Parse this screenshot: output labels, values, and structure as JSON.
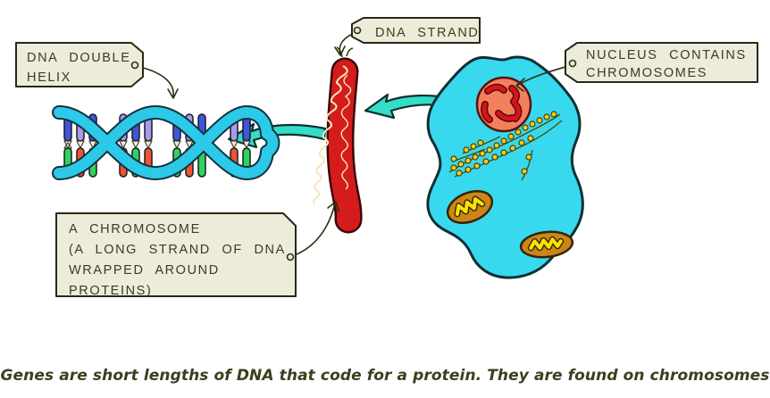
{
  "labels": {
    "dna_double_helix": {
      "lines": [
        "DNA DOUBLE",
        "HELIX"
      ]
    },
    "dna_strand": {
      "lines": [
        "DNA STRAND"
      ]
    },
    "nucleus_contains_chromosomes": {
      "lines": [
        "NUCLEUS CONTAINS",
        "CHROMOSOMES"
      ]
    },
    "a_chromosome": {
      "lines": [
        "A CHROMOSOME",
        "(A LONG STRAND OF DNA",
        "WRAPPED AROUND",
        "PROTEINS)"
      ]
    }
  },
  "caption": "Genes are short lengths of DNA that code for a protein. They are found on chromosomes",
  "illustrations": [
    "dna-double-helix-illustration",
    "chromosome-illustration",
    "cell-illustration",
    "nucleus-illustration",
    "bead-strand-illustration",
    "mitochondrion-illustration",
    "teal-arrow-icon",
    "label-tag-icon"
  ],
  "colors": {
    "tag_fill": "#edecda",
    "tag_border": "#27271a",
    "tag_text": "#3c3c20",
    "caption_text": "#3a401e",
    "cell_cyan": "#38d9ee",
    "arrow_teal": "#35dcc8",
    "chromosome_red": "#d41c1c",
    "chromosome_squiggle": "#f6e7bc",
    "nucleus_salmon": "#f2805c",
    "nucleus_chromosome_red": "#d61420",
    "mitochondrion_brown": "#cc8618",
    "mitochondrion_crista_yellow": "#f8e400",
    "bead_yellow": "#f2ce1a",
    "helix_ribbon_cyan": "#2cc9e9",
    "base_blue": "#4056d6",
    "base_lavender": "#a79bea",
    "base_green": "#2ed45a",
    "base_red": "#f0542e"
  }
}
